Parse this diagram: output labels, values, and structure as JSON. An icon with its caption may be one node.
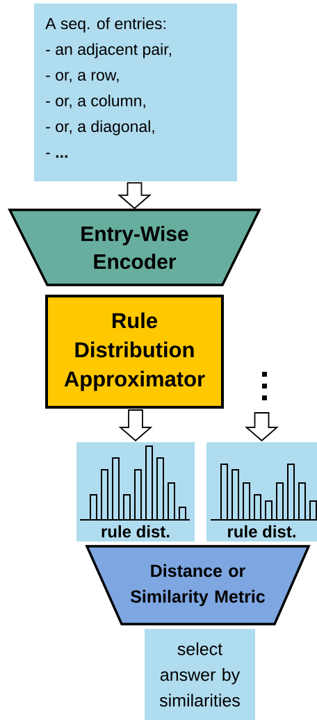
{
  "diagram": {
    "nodes": [
      {
        "text": [
          "A seq. of entries:",
          "- an adjacent pair,",
          "- or, a row,",
          "- or, a column,",
          "- or, a diagonal,",
          "- **...**"
        ]
      },
      {
        "text": [
          "Entry-Wise Encoder"
        ]
      },
      {
        "text": [
          "Rule Distribution Approximator"
        ]
      },
      {
        "text": [
          "rule dist."
        ]
      },
      {
        "text": [
          "rule dist."
        ]
      },
      {
        "text": [
          "Distance or Similarity Metric"
        ]
      },
      {
        "text": [
          "select answer by similarities"
        ]
      }
    ],
    "edges": [
      {
        "from": 0,
        "to": 1,
        "arrow": "to"
      },
      {
        "from": 2,
        "to": 3,
        "arrow": "to"
      },
      {
        "from": null,
        "to": 4,
        "arrow": "to"
      }
    ]
  }
}
